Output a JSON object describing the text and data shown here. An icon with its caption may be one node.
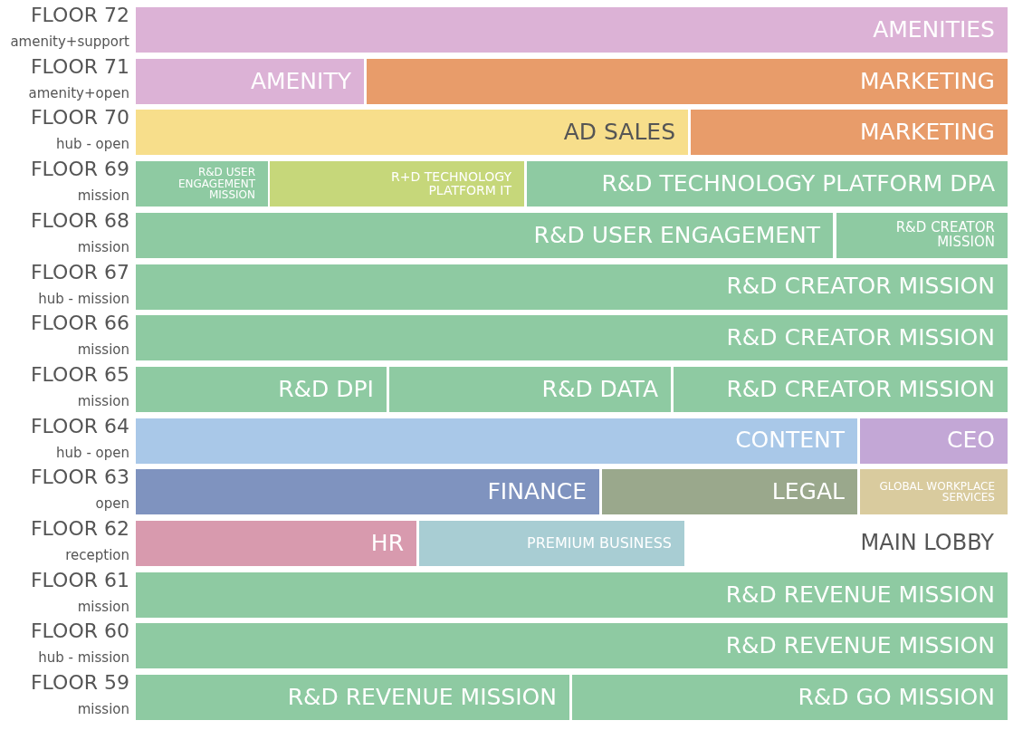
{
  "diagram": {
    "nodes": [
      {
        "text": [
          "AMENITIES"
        ]
      },
      {
        "text": [
          "AMENITY"
        ]
      },
      {
        "text": [
          "MARKETING"
        ]
      },
      {
        "text": [
          "AD SALES"
        ]
      },
      {
        "text": [
          "MARKETING"
        ]
      },
      {
        "text": [
          "R&D USER ENGAGEMENT MISSION"
        ]
      },
      {
        "text": [
          "R+D TECHNOLOGY PLATFORM IT"
        ]
      },
      {
        "text": [
          "R&D TECHNOLOGY PLATFORM DPA"
        ]
      },
      {
        "text": [
          "R&D USER ENGAGEMENT"
        ]
      },
      {
        "text": [
          "R&D CREATOR MISSION"
        ]
      },
      {
        "text": [
          "R&D CREATOR MISSION"
        ]
      },
      {
        "text": [
          "R&D CREATOR MISSION"
        ]
      },
      {
        "text": [
          "R&D DPI"
        ]
      },
      {
        "text": [
          "R&D DATA"
        ]
      },
      {
        "text": [
          "R&D CREATOR MISSION"
        ]
      },
      {
        "text": [
          "CONTENT"
        ]
      },
      {
        "text": [
          "CEO"
        ]
      },
      {
        "text": [
          "FINANCE"
        ]
      },
      {
        "text": [
          "LEGAL"
        ]
      },
      {
        "text": [
          "GLOBAL WORKPLACE SERVICES"
        ]
      },
      {
        "text": [
          "HR"
        ]
      },
      {
        "text": [
          "PREMIUM BUSINESS"
        ]
      },
      {
        "text": [
          "R&D REVENUE MISSION"
        ]
      },
      {
        "text": [
          "R&D REVENUE MISSION"
        ]
      },
      {
        "text": [
          "R&D REVENUE MISSION"
        ]
      },
      {
        "text": [
          "R&D GO MISSION"
        ]
      }
    ],
    "labels": [
      "FLOOR 72",
      "amenity+support",
      "FLOOR 71",
      "amenity+open",
      "FLOOR 70",
      "hub - open",
      "FLOOR 69",
      "mission",
      "FLOOR 68",
      "mission",
      "FLOOR 67",
      "hub - mission",
      "FLOOR 66",
      "mission",
      "FLOOR 65",
      "mission",
      "FLOOR 64",
      "hub - open",
      "FLOOR 63",
      "open",
      "FLOOR 62",
      "reception",
      "MAIN LOBBY",
      "FLOOR 61",
      "mission",
      "FLOOR 60",
      "hub - mission",
      "FLOOR 59",
      "mission"
    ]
  }
}
